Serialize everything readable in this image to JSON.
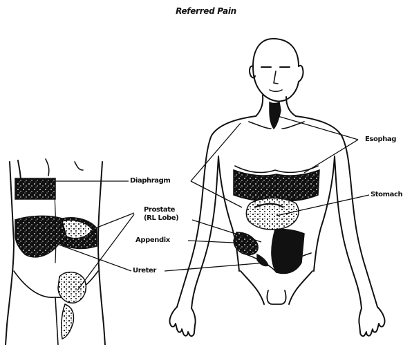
{
  "figure": {
    "title": "Referred Pain",
    "labels": {
      "diaphragm": "Diaphragm",
      "prostate_line1": "Prostate",
      "prostate_line2": "(RL Lobe)",
      "appendix": "Appendix",
      "ureter": "Ureter",
      "esophagus": "Esophag",
      "stomach": "Stomach"
    }
  }
}
